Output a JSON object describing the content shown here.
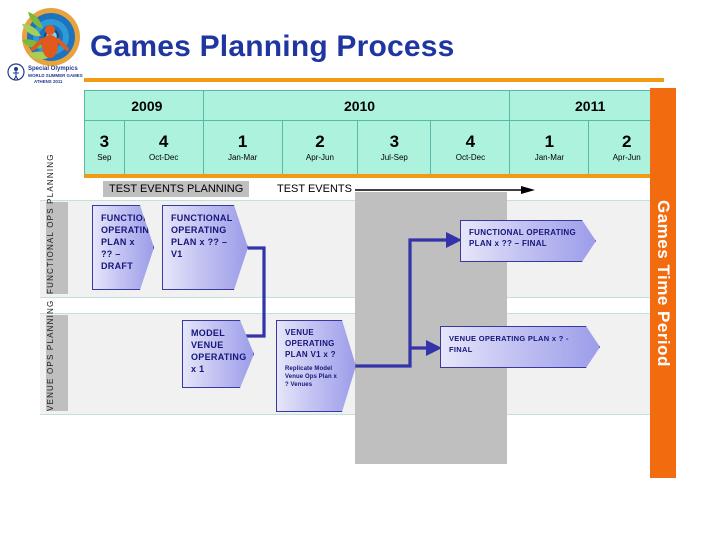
{
  "slide": {
    "title": "Games Planning Process",
    "title_color": "#1F36A0",
    "accent_orange": "#F39A14",
    "band_orange": "#F26B0F"
  },
  "logo": {
    "name": "special-olympics-world-summer-games-emblem",
    "caption_line1": "Special Olympics",
    "caption_line2": "WORLD SUMMER GAMES",
    "caption_line3": "ATHENS 2011"
  },
  "timeline": {
    "years": [
      {
        "label": "2009",
        "span": 2
      },
      {
        "label": "2010",
        "span": 4
      },
      {
        "label": "2011",
        "span": 2
      }
    ],
    "quarters": [
      {
        "number": "3",
        "months": "Sep"
      },
      {
        "number": "4",
        "months": "Oct-Dec"
      },
      {
        "number": "1",
        "months": "Jan-Mar"
      },
      {
        "number": "2",
        "months": "Apr-Jun"
      },
      {
        "number": "3",
        "months": "Jul-Sep"
      },
      {
        "number": "4",
        "months": "Oct-Dec"
      },
      {
        "number": "1",
        "months": "Jan-Mar"
      },
      {
        "number": "2",
        "months": "Apr-Jun"
      }
    ]
  },
  "diagram": {
    "banner_test_events_planning": "TEST EVENTS PLANNING",
    "label_test_events": "TEST EVENTS",
    "lanes": [
      {
        "label": "FUNCTIONAL OPS PLANNING"
      },
      {
        "label": "VENUE OPS PLANNING"
      }
    ],
    "boxes": [
      {
        "id": "fop-draft",
        "text": "FUNCTIONAL OPERATING PLAN x ?? – DRAFT",
        "sub": ""
      },
      {
        "id": "fop-v1",
        "text": "FUNCTIONAL OPERATING PLAN x ?? – V1",
        "sub": ""
      },
      {
        "id": "fop-final",
        "text": "FUNCTIONAL OPERATING PLAN x ?? – FINAL",
        "sub": ""
      },
      {
        "id": "model-venue",
        "text": "MODEL VENUE OPERATING x 1",
        "sub": ""
      },
      {
        "id": "venue-v1",
        "text": "VENUE OPERATING PLAN V1 x ?",
        "sub": "Replicate Model Venue Ops Plan x ? Venues"
      },
      {
        "id": "venue-final",
        "text": "VENUE OPERATING PLAN x ? - FINAL",
        "sub": ""
      }
    ]
  },
  "right_band": {
    "label": "Games Time Period"
  }
}
